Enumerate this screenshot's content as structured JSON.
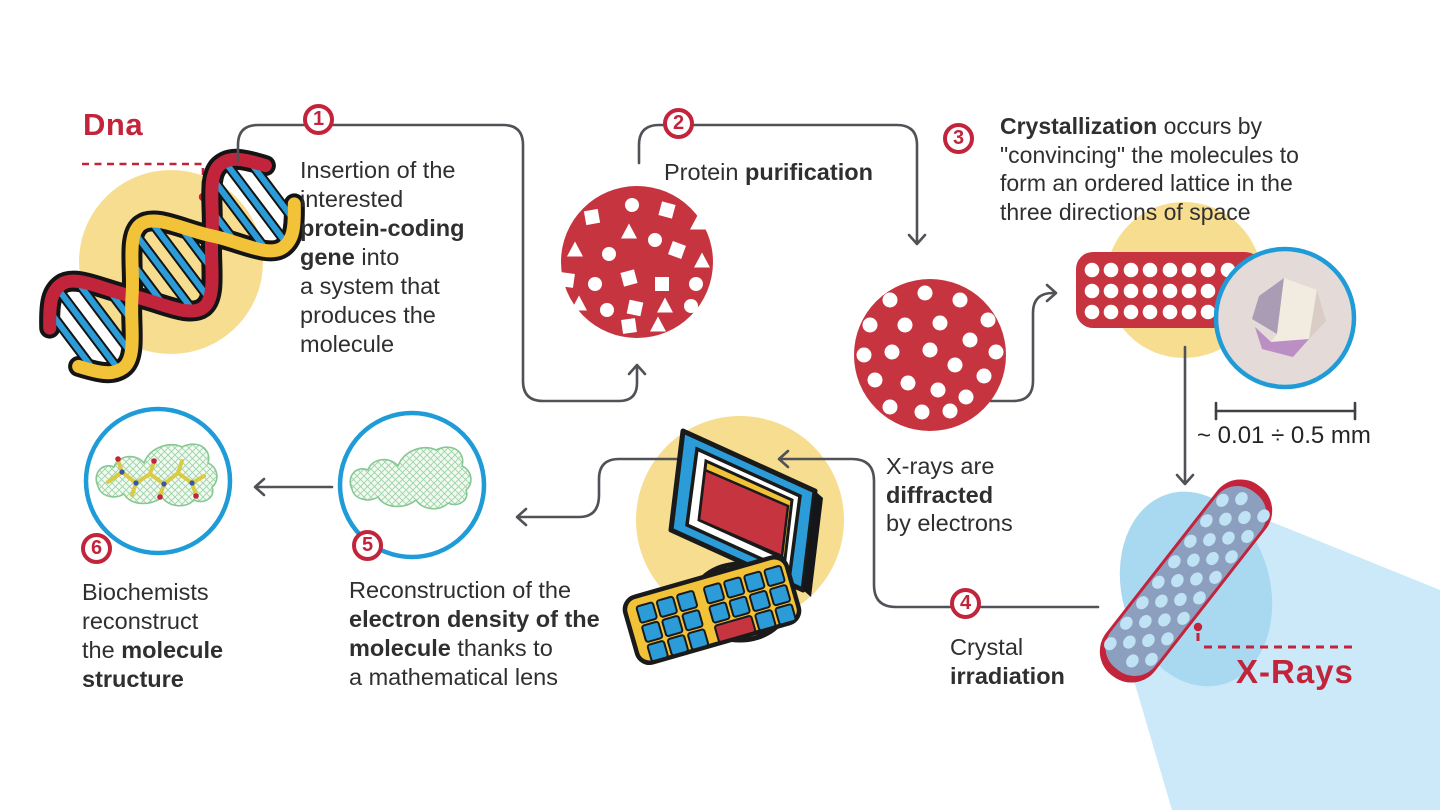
{
  "labels": {
    "dna": "Dna",
    "xrays": "X-Rays",
    "scale": "~ 0.01 ÷ 0.5 mm"
  },
  "steps": [
    {
      "num": "1",
      "text": [
        [
          {
            "t": "Insertion of the"
          }
        ],
        [
          {
            "t": "interested"
          }
        ],
        [
          {
            "t": "protein-coding",
            "b": true
          }
        ],
        [
          {
            "t": "gene",
            "b": true
          },
          {
            "t": " into"
          }
        ],
        [
          {
            "t": "a system that"
          }
        ],
        [
          {
            "t": "produces the"
          }
        ],
        [
          {
            "t": "molecule"
          }
        ]
      ]
    },
    {
      "num": "2",
      "text": [
        [
          {
            "t": "Protein "
          },
          {
            "t": "purification",
            "b": true
          }
        ]
      ]
    },
    {
      "num": "3",
      "text": [
        [
          {
            "t": "Crystallization",
            "b": true
          },
          {
            "t": " occurs by"
          }
        ],
        [
          {
            "t": "\"convincing\" the molecules to"
          }
        ],
        [
          {
            "t": "form an ordered lattice in the"
          }
        ],
        [
          {
            "t": "three directions of space"
          }
        ]
      ]
    },
    {
      "num": "4",
      "text": [
        [
          {
            "t": "Crystal"
          }
        ],
        [
          {
            "t": "irradiation",
            "b": true
          }
        ]
      ]
    },
    {
      "num": "5",
      "text": [
        [
          {
            "t": "Reconstruction of the"
          }
        ],
        [
          {
            "t": "electron density of the",
            "b": true
          }
        ],
        [
          {
            "t": "molecule",
            "b": true
          },
          {
            "t": " thanks to"
          }
        ],
        [
          {
            "t": "a mathematical lens"
          }
        ]
      ]
    },
    {
      "num": "6",
      "text": [
        [
          {
            "t": "Biochemists"
          }
        ],
        [
          {
            "t": "reconstruct"
          }
        ],
        [
          {
            "t": "the "
          },
          {
            "t": "molecule",
            "b": true
          }
        ],
        [
          {
            "t": "structure",
            "b": true
          }
        ]
      ]
    }
  ],
  "annotations": {
    "diffraction": [
      [
        {
          "t": "X-rays are"
        }
      ],
      [
        {
          "t": "diffracted",
          "b": true
        }
      ],
      [
        {
          "t": "by electrons"
        }
      ]
    ]
  },
  "colors": {
    "accent_red": "#C2243B",
    "shape_red": "#C63440",
    "icon_blue": "#2B9CD8",
    "circle_stroke_blue": "#1F9CD8",
    "pale_yellow": "#F7DD90",
    "icon_yellow": "#F2C238",
    "beam_blue": "#CBE9F8",
    "connector_gray": "#515257",
    "text": "#2F2F2F"
  }
}
